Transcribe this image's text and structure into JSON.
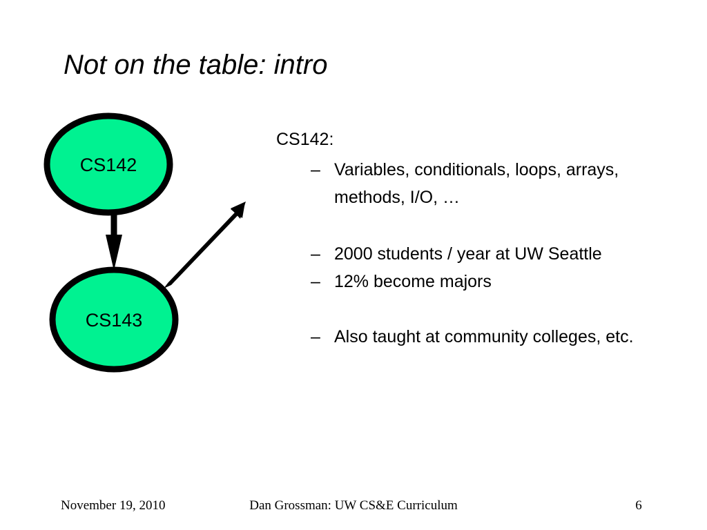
{
  "slide": {
    "title": "Not on the table: intro",
    "background_color": "#ffffff",
    "text_color": "#000000"
  },
  "diagram": {
    "node_fill_color": "#00f291",
    "node_stroke_color": "#000000",
    "nodes": [
      {
        "id": "cs142",
        "label": "CS142"
      },
      {
        "id": "cs143",
        "label": "CS143"
      }
    ],
    "arrows": [
      {
        "id": "cs142-to-cs143",
        "from": "cs142",
        "to": "cs143",
        "direction": "down"
      },
      {
        "id": "cs143-outgoing",
        "from": "cs143",
        "to": "",
        "direction": "up-right"
      }
    ]
  },
  "content": {
    "heading": "CS142:",
    "bullet_marker": "–",
    "groups": [
      {
        "items": [
          "Variables, conditionals, loops, arrays, methods, I/O, …"
        ]
      },
      {
        "items": [
          "2000 students / year at UW Seattle",
          "12% become majors"
        ]
      },
      {
        "items": [
          "Also taught at community colleges, etc."
        ]
      }
    ],
    "bullet_1_1": "Variables, conditionals, loops, arrays, methods, I/O, …",
    "bullet_2_1": "2000 students / year at UW Seattle",
    "bullet_2_2": "12% become majors",
    "bullet_3_1": "Also taught at community colleges, etc.",
    "dash": "–"
  },
  "footer": {
    "date": "November 19, 2010",
    "center": "Dan Grossman: UW CS&E Curriculum",
    "page_number": "6"
  }
}
